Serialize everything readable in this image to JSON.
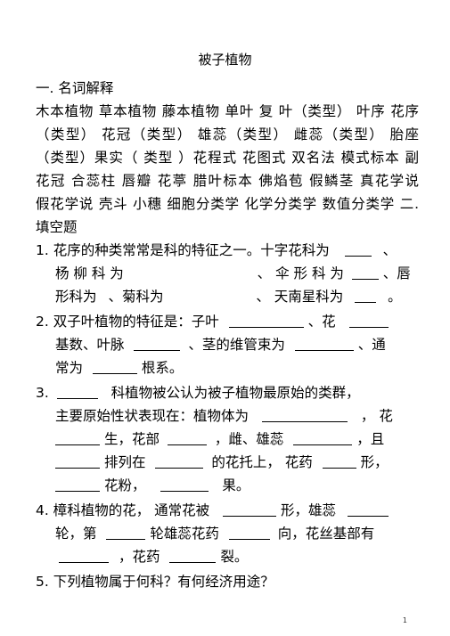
{
  "doc": {
    "title": "被子植物",
    "section1_heading": "一. 名词解释",
    "terms_lines": [
      "木本植物 草本植物 藤本植物 单叶 复 叶（类型） 叶序 花序",
      "（类型） 花冠（类型） 雄蕊（类型） 雌蕊（类型） 胎座",
      "（类型）果实（ 类型 ）花程式 花图式 双名法 模式标本 副",
      "花冠 合蕊柱 唇瓣 花葶 腊叶标本 佛焰苞 假鳞茎 真花学说",
      "假花学说 壳斗 小穗 细胞分类学 化学分类学 数值分类学 二."
    ],
    "section2_heading": "填空题",
    "q1": {
      "a": "1. 花序的种类常常是科的特征之一。十字花科为",
      "b": "、",
      "c": "杨 柳 科 为",
      "d": "、 伞 形 科 为",
      "e": "、唇",
      "f": "形科为",
      "g": "、菊科为",
      "h": "、 天南星科为",
      "i": "。"
    },
    "q2": {
      "a": "2. 双子叶植物的特征是：子叶",
      "b": "、花",
      "c": "基数、叶脉",
      "d": "、茎的维管束为",
      "e": "、通",
      "f": "常为",
      "g": "根系。"
    },
    "q3": {
      "a": "3.",
      "b": "科植物被公认为被子植物最原始的类群，",
      "c": "主要原始性状表现在：植物体为",
      "d": "， 花",
      "e": "生，花部",
      "f": "，雌、雄蕊",
      "g": "，且",
      "h": "排列在",
      "i": "的花托上， 花药",
      "j": "形，",
      "k": "花粉，",
      "l": "果。"
    },
    "q4": {
      "a": "4. 樟科植物的花， 通常花被",
      "b": "形，雄蕊",
      "c": "轮，第",
      "d": "轮雄蕊花药",
      "e": "向，花丝基部有",
      "f": "，花药",
      "g": "裂。"
    },
    "q5": "5. 下列植物属于何科？有何经济用途？",
    "page_number": "1"
  }
}
